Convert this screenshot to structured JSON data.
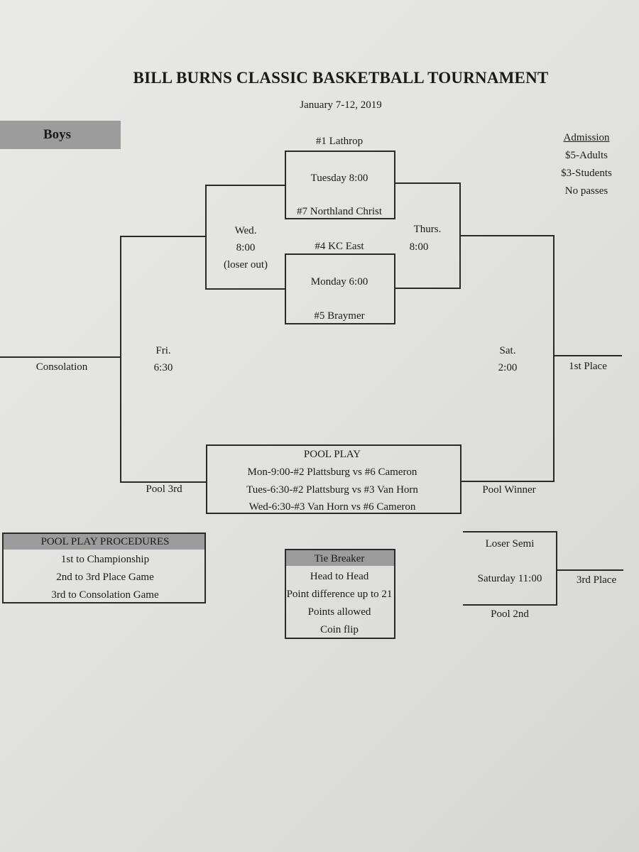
{
  "title": "BILL BURNS CLASSIC BASKETBALL TOURNAMENT",
  "dates": "January 7-12, 2019",
  "division": "Boys",
  "admission": {
    "heading": "Admission",
    "adults": "$5-Adults",
    "students": "$3-Students",
    "passes": "No passes"
  },
  "bracket": {
    "seed1": "#1  Lathrop",
    "game_tue": "Tuesday 8:00",
    "seed7": "#7  Northland Christ",
    "seed4": "#4 KC East",
    "game_mon": "Monday 6:00",
    "seed5": "#5 Braymer",
    "wed_day": "Wed.",
    "wed_time": "8:00",
    "wed_note": "(loser out)",
    "thu_day": "Thurs.",
    "thu_time": "8:00",
    "fri_day": "Fri.",
    "fri_time": "6:30",
    "sat_day": "Sat.",
    "sat_time": "2:00",
    "consolation": "Consolation",
    "first_place": "1st Place",
    "pool_third": "Pool 3rd",
    "pool_winner": "Pool Winner"
  },
  "pool_play": {
    "heading": "POOL PLAY",
    "games": [
      "Mon-9:00-#2 Plattsburg  vs #6 Cameron",
      "Tues-6:30-#2 Plattsburg vs #3 Van Horn",
      "Wed-6:30-#3 Van Horn  vs #6 Cameron"
    ]
  },
  "procedures": {
    "heading": "POOL PLAY PROCEDURES",
    "items": [
      "1st to Championship",
      "2nd to 3rd Place Game",
      "3rd to Consolation Game"
    ]
  },
  "tie_breaker": {
    "heading": "Tie Breaker",
    "items": [
      "Head to Head",
      "Point difference up to 21",
      "Points allowed",
      "Coin flip"
    ]
  },
  "third_place_game": {
    "loser_semi": "Loser Semi",
    "time": "Saturday 11:00",
    "pool_second": "Pool 2nd",
    "result": "3rd Place"
  }
}
